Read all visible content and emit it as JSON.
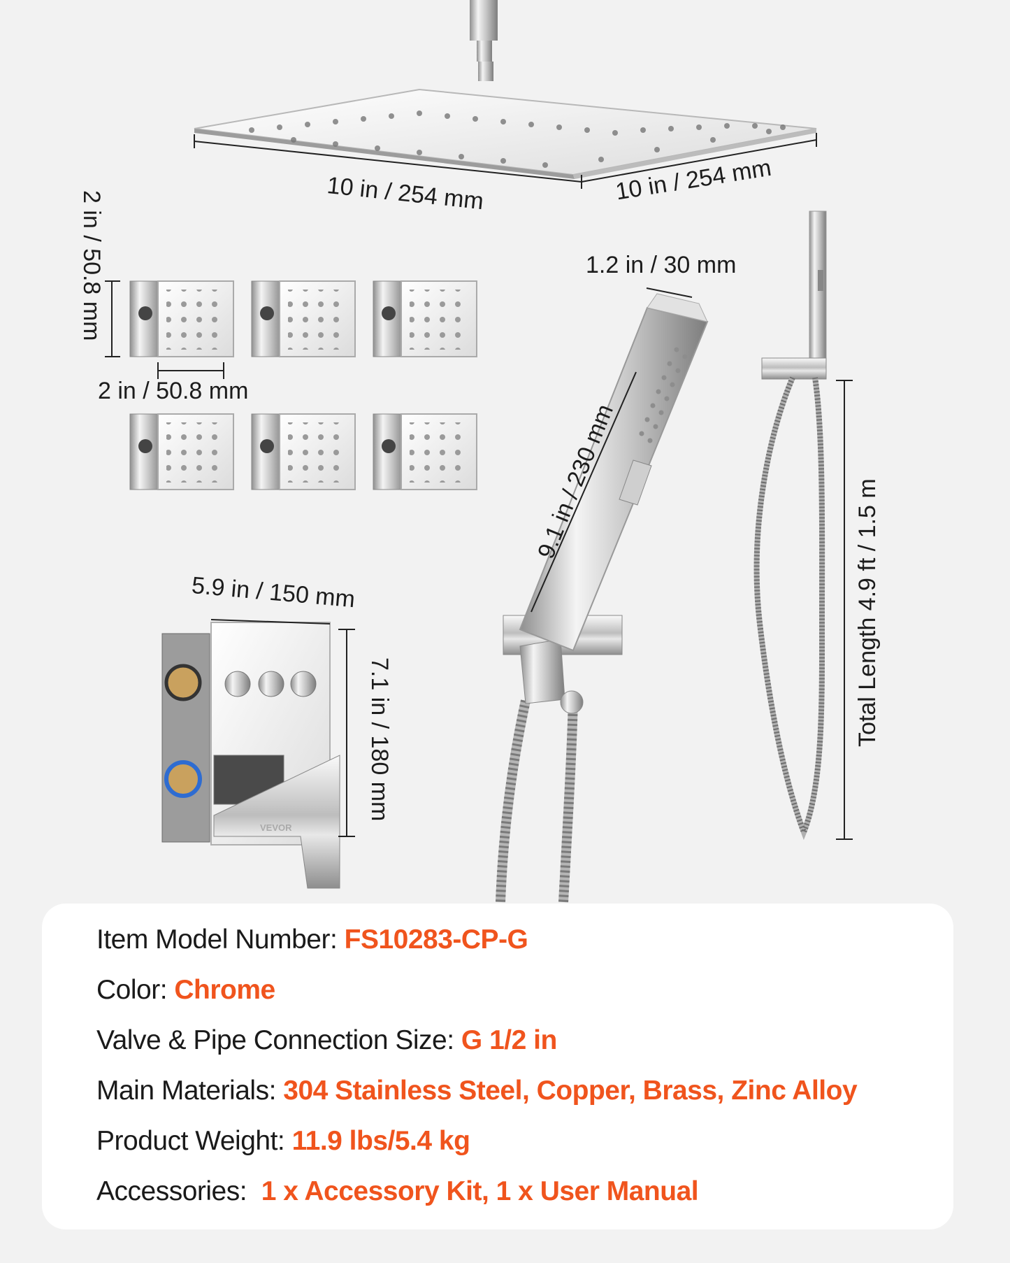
{
  "dimensions": {
    "rain_width": "10 in / 254 mm",
    "rain_depth": "10 in / 254 mm",
    "jet_height": "2 in / 50.8 mm",
    "jet_width": "2 in / 50.8 mm",
    "handshower_width": "1.2 in / 30 mm",
    "handshower_length": "9.1 in / 230 mm",
    "hose_length": "Total Length 4.9 ft / 1.5 m",
    "valve_width": "5.9 in / 150 mm",
    "valve_height": "7.1 in / 180 mm"
  },
  "valve_brand": "VEVOR",
  "specs": [
    {
      "label": "Item Model Number: ",
      "value": "FS10283-CP-G"
    },
    {
      "label": "Color: ",
      "value": "Chrome"
    },
    {
      "label": "Valve & Pipe Connection Size: ",
      "value": "G 1/2 in"
    },
    {
      "label": "Main Materials: ",
      "value": "304 Stainless Steel, Copper, Brass, Zinc Alloy"
    },
    {
      "label": "Product Weight: ",
      "value": "11.9 lbs/5.4 kg"
    },
    {
      "label": "Accessories:  ",
      "value": "1 x Accessory Kit, 1 x User Manual"
    }
  ],
  "colors": {
    "background": "#f2f2f2",
    "card": "#ffffff",
    "accent": "#f0541d",
    "text": "#1a1a1a",
    "chrome": "#c8c8c8"
  }
}
